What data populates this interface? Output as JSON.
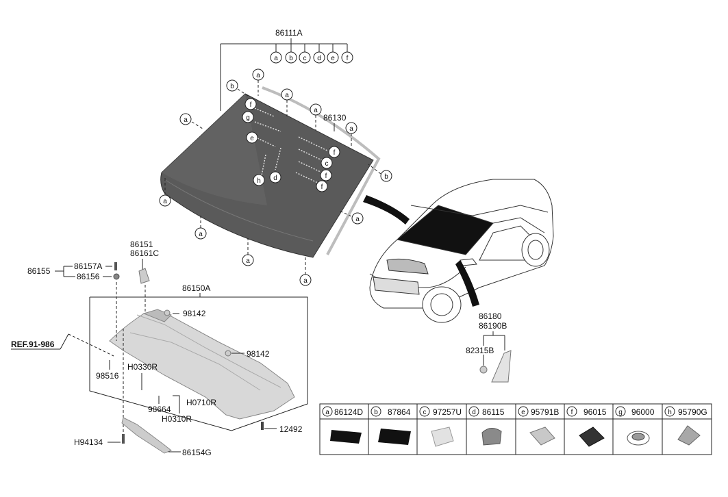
{
  "part_numbers": {
    "glass_assy": "86111A",
    "moulding": "86130",
    "upper_cowl_assy": "86150A",
    "bracket_1": "86151",
    "bracket_2": "86161C",
    "fastener_group": "86155",
    "screw": "86157A",
    "nut": "86156",
    "clip_98142_a": "98142",
    "clip_98142_b": "98142",
    "hose": "98516",
    "grommet": "H0330R",
    "pipe": "98664",
    "cap": "H0310R",
    "duct": "H0710R",
    "bolt": "12492",
    "pin": "H94134",
    "cowl_lower": "86154G",
    "mirror_cover_1": "86180",
    "mirror_cover_2": "86190B",
    "mirror_clip": "82315B",
    "ref": "REF.91-986"
  },
  "callout_letters": [
    "a",
    "b",
    "c",
    "d",
    "e",
    "f",
    "g",
    "h"
  ],
  "legend": [
    {
      "letter": "a",
      "part": "86124D"
    },
    {
      "letter": "b",
      "part": "87864"
    },
    {
      "letter": "c",
      "part": "97257U"
    },
    {
      "letter": "d",
      "part": "86115"
    },
    {
      "letter": "e",
      "part": "95791B"
    },
    {
      "letter": "f",
      "part": "96015"
    },
    {
      "letter": "g",
      "part": "96000"
    },
    {
      "letter": "h",
      "part": "95790G"
    }
  ],
  "colors": {
    "glass": "#5a5a5a",
    "moulding": "#bdbdbd",
    "line": "#222222",
    "cowl": "#cfcfcf"
  }
}
